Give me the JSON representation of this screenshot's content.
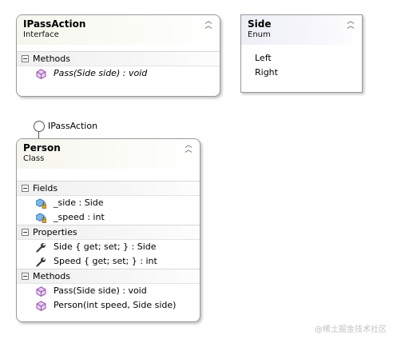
{
  "ipassaction": {
    "title": "IPassAction",
    "stereotype": "Interface",
    "section_methods": "Methods",
    "methods": [
      "Pass(Side side) : void"
    ]
  },
  "side": {
    "title": "Side",
    "stereotype": "Enum",
    "values": [
      "Left",
      "Right"
    ]
  },
  "lollipop": {
    "label": "IPassAction"
  },
  "person": {
    "title": "Person",
    "stereotype": "Class",
    "section_fields": "Fields",
    "fields": [
      "_side : Side",
      "_speed : int"
    ],
    "section_properties": "Properties",
    "properties": [
      "Side { get; set; } : Side",
      "Speed { get; set; } : int"
    ],
    "section_methods": "Methods",
    "methods": [
      "Pass(Side side) : void",
      "Person(int speed, Side side)"
    ]
  },
  "watermark": "@稀土掘金技术社区",
  "icons": {
    "collapse": "double-chevron-up-icon",
    "section_toggle": "minus-box-icon",
    "method": "method-cube-icon",
    "field": "field-lock-icon",
    "property": "property-wrench-icon"
  },
  "colors": {
    "method_icon": "#9b4fb5",
    "field_icon": "#2f7fc2",
    "property_icon": "#3c3c3c"
  }
}
